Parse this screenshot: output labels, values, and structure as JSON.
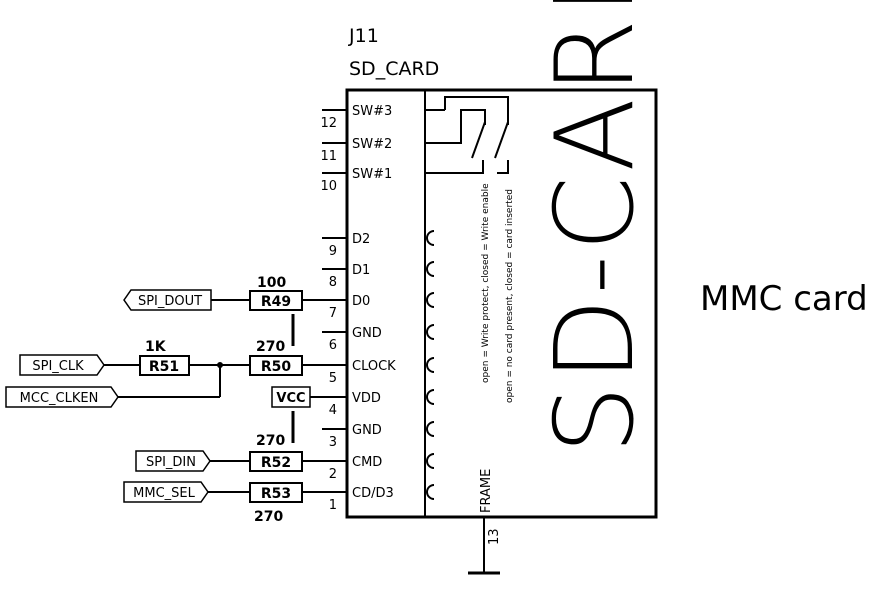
{
  "component": {
    "ref": "J11",
    "part": "SD_CARD",
    "body_text": "SD-CARD",
    "side_label": "MMC card",
    "note_protect": "open = Write protect, closed = Write enable",
    "note_detect": "open = no card present, closed = card inserted"
  },
  "pins": [
    {
      "num": "12",
      "name": "SW#3"
    },
    {
      "num": "11",
      "name": "SW#2"
    },
    {
      "num": "10",
      "name": "SW#1"
    },
    {
      "num": "9",
      "name": "D2"
    },
    {
      "num": "8",
      "name": "D1"
    },
    {
      "num": "7",
      "name": "D0"
    },
    {
      "num": "6",
      "name": "GND"
    },
    {
      "num": "5",
      "name": "CLOCK"
    },
    {
      "num": "4",
      "name": "VDD"
    },
    {
      "num": "3",
      "name": "GND"
    },
    {
      "num": "2",
      "name": "CMD"
    },
    {
      "num": "1",
      "name": "CD/D3"
    }
  ],
  "frame_pin": {
    "num": "13",
    "name": "FRAME"
  },
  "resistors": {
    "r49": {
      "ref": "R49",
      "value": "100"
    },
    "r50": {
      "ref": "R50",
      "value": "270"
    },
    "r51": {
      "ref": "R51",
      "value": "1K"
    },
    "r52": {
      "ref": "R52",
      "value": "270"
    },
    "r53": {
      "ref": "R53",
      "value": "270"
    }
  },
  "nets": {
    "spi_dout": "SPI_DOUT",
    "spi_clk": "SPI_CLK",
    "mcc_clken": "MCC_CLKEN",
    "vcc": "VCC",
    "spi_din": "SPI_DIN",
    "mmc_sel": "MMC_SEL"
  }
}
